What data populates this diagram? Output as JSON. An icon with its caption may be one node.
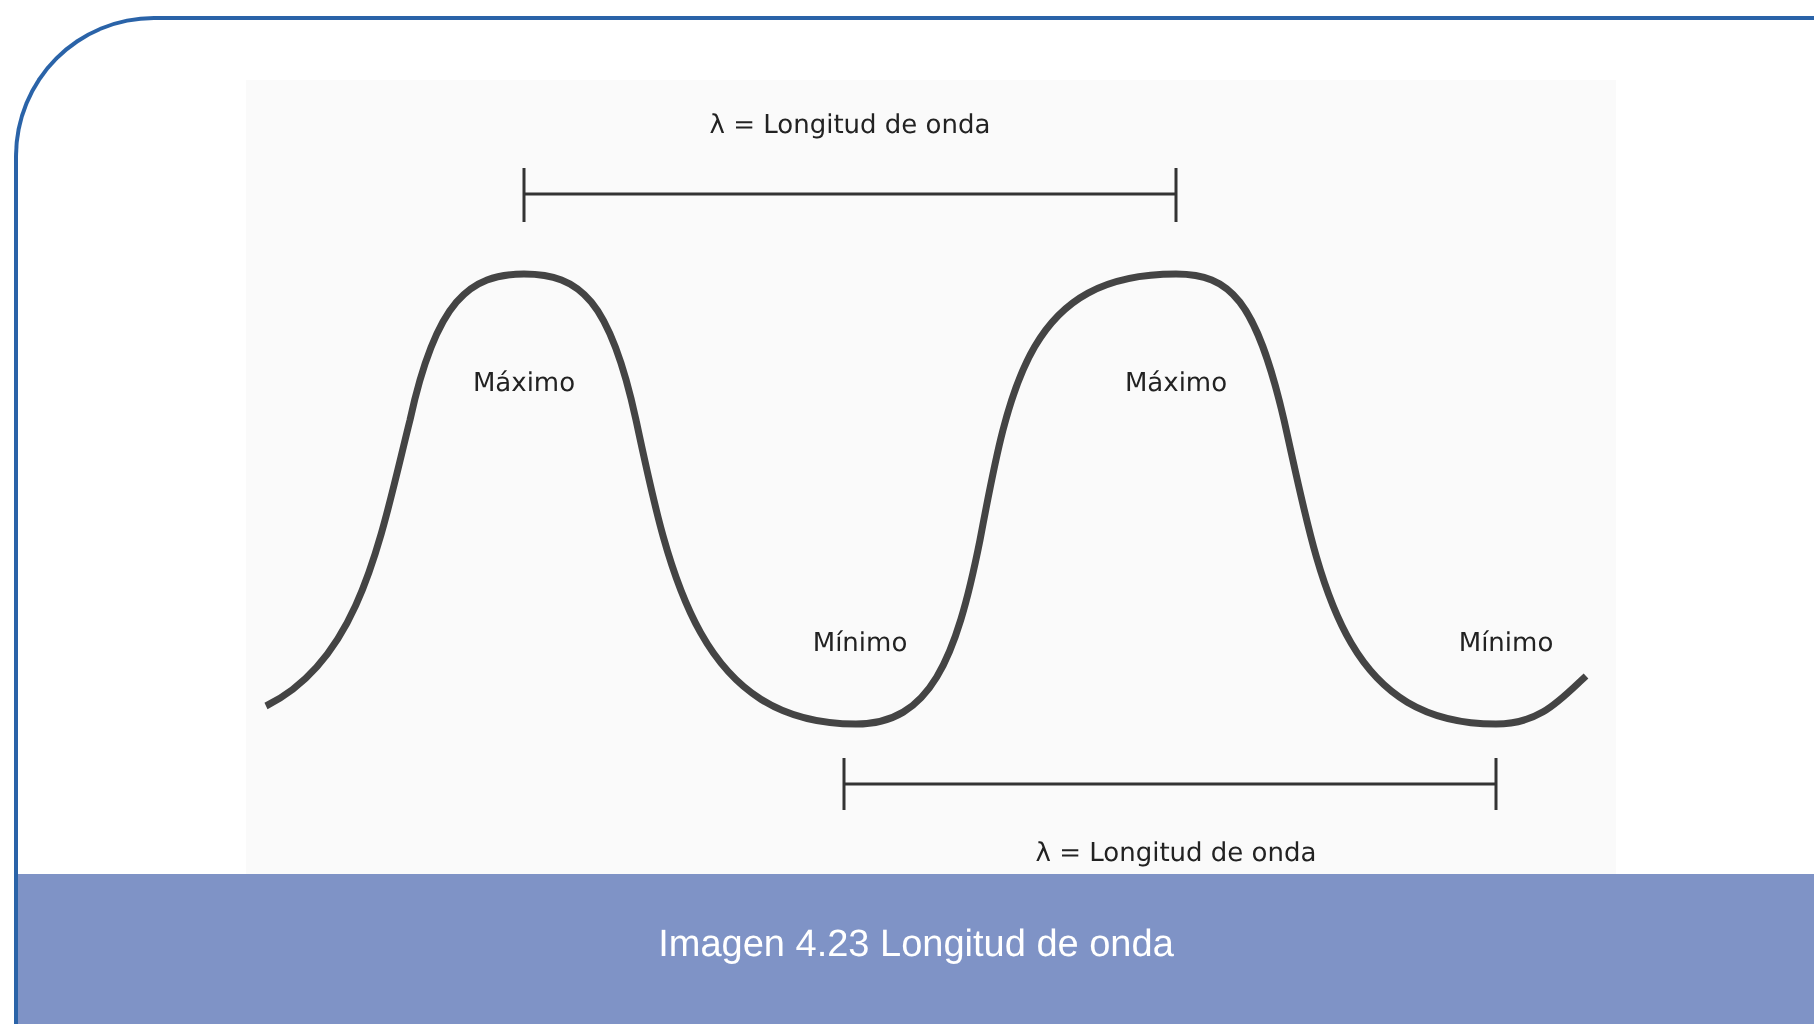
{
  "diagram": {
    "caption": "Imagen 4.23 Longitud de onda",
    "labels": [
      "λ = Longitud de onda",
      "Máximo",
      "Máximo",
      "Mínimo",
      "Mínimo",
      "λ = Longitud de onda"
    ]
  }
}
